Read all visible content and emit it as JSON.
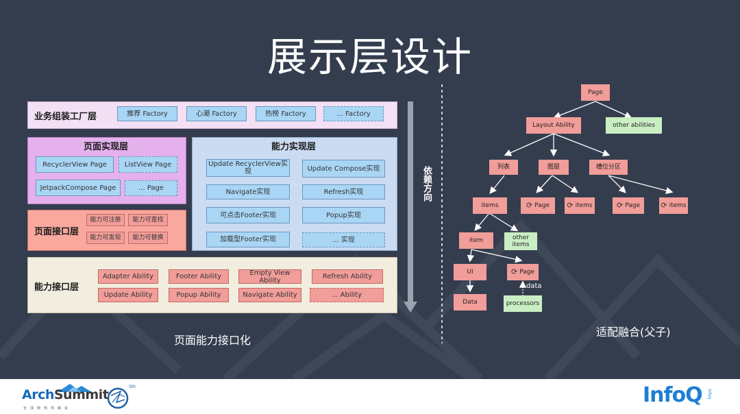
{
  "slide": {
    "title": "展示层设计",
    "left_caption": "页面能力接口化",
    "right_caption": "适配融合(父子)",
    "dependency_label": "依赖方向"
  },
  "architecture": {
    "factory_layer": {
      "title": "业务组装工厂层",
      "items": [
        "推荐 Factory",
        "心潮 Factory",
        "热榜 Factory",
        "... Factory"
      ]
    },
    "page_impl_layer": {
      "title": "页面实现层",
      "items": [
        "RecyclerView Page",
        "ListView Page",
        "JetpackCompose Page",
        "... Page"
      ]
    },
    "page_interface_layer": {
      "title": "页面接口层",
      "items": [
        "能力可注册",
        "能力可查找",
        "能力可发现",
        "能力可替换"
      ]
    },
    "ability_impl_layer": {
      "title": "能力实现层",
      "items": [
        "Update RecyclerView实现",
        "Update Compose实现",
        "Navigate实现",
        "Refresh实现",
        "可点击Footer实现",
        "Popup实现",
        "加载型Footer实现",
        "... 实现"
      ]
    },
    "ability_interface_layer": {
      "title": "能力接口层",
      "items": [
        "Adapter Ability",
        "Footer Ability",
        "Empty View Ability",
        "Refresh Ability",
        "Update Ability",
        "Popup Ability",
        "Navigate Ability",
        "... Ability"
      ]
    }
  },
  "tree": {
    "nodes": {
      "page": "Page",
      "layout_ability": "Layout Ability",
      "other_abilities": "other abilities",
      "list": "列表",
      "layer": "图层",
      "slot": "槽位分区",
      "items": "items",
      "layer_page": "Page",
      "layer_items": "items",
      "slot_page": "Page",
      "slot_items": "items",
      "item": "item",
      "other_items": "other items",
      "ui": "UI",
      "item_page": "Page",
      "data": "Data",
      "processors": "processors",
      "data_edge_label": "data"
    },
    "refresh_icon_glyph": "⟳"
  },
  "footer": {
    "arch_part1": "Arch",
    "arch_part2": "Summit",
    "arch_sub": "全球架构师峰会",
    "badge": "5th",
    "infoq": "InfoQ",
    "infoq_sub": "infoq"
  },
  "colors": {
    "background": "#343d4e",
    "blue_item": "#a9d6f5",
    "pink_item": "#f19d99",
    "green_node": "#c9eec3",
    "factory_bg": "#f3e0f5",
    "page_impl_bg": "#e4b1ec",
    "page_interface_bg": "#f9a89e",
    "ability_impl_bg": "#cadbf2",
    "ability_interface_bg": "#f1eddf"
  }
}
